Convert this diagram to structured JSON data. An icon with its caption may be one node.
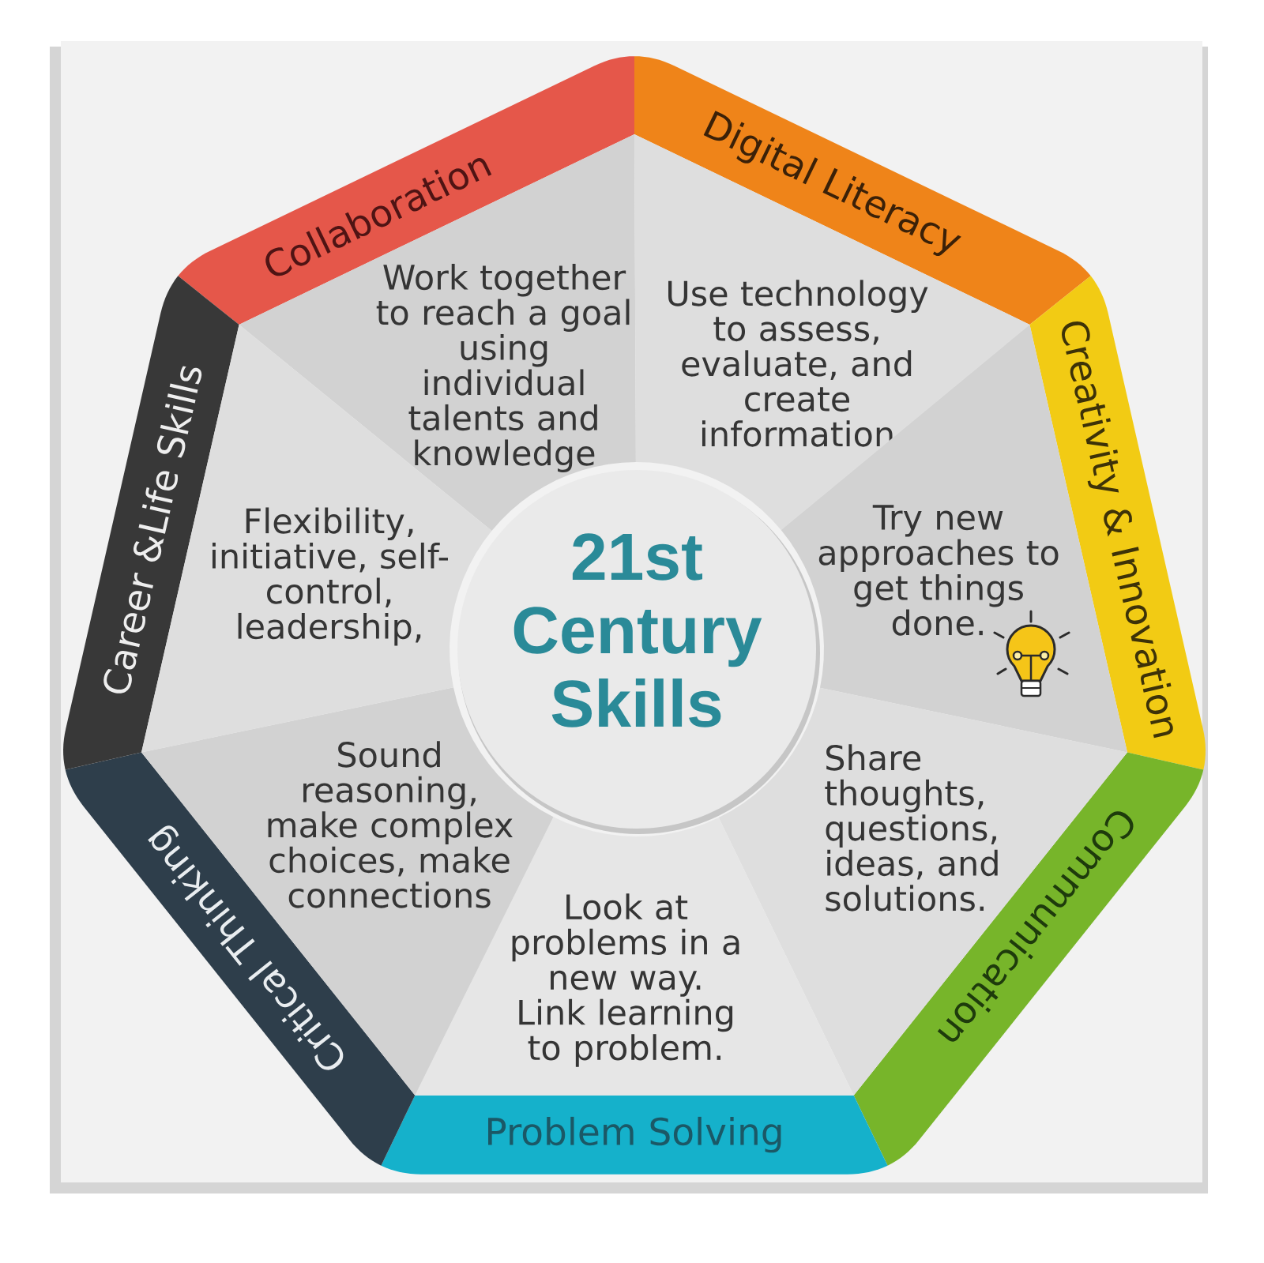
{
  "diagram": {
    "nodes": [
      {
        "text": [
          "21st Century Skills"
        ]
      },
      {
        "text": [
          "Collaboration"
        ]
      },
      {
        "text": [
          "Work together to reach a goal using individual talents and knowledge"
        ]
      },
      {
        "text": [
          "Digital Literacy"
        ]
      },
      {
        "text": [
          "Use technology to assess, evaluate, and create information"
        ]
      },
      {
        "text": [
          "Creativity & Innovation"
        ]
      },
      {
        "text": [
          "Try new approaches to get things done."
        ]
      },
      {
        "text": [
          "Communication"
        ]
      },
      {
        "text": [
          "Share thoughts, questions, ideas, and solutions."
        ]
      },
      {
        "text": [
          "Problem Solving"
        ]
      },
      {
        "text": [
          "Look at problems in a new way. Link learning to problem."
        ]
      },
      {
        "text": [
          "Critical Thinking"
        ]
      },
      {
        "text": [
          "Sound reasoning, make complex choices, make connections"
        ]
      },
      {
        "text": [
          "Career &Life Skills"
        ]
      },
      {
        "text": [
          "Flexibility, initiative, self-control, leadership,"
        ]
      }
    ]
  }
}
